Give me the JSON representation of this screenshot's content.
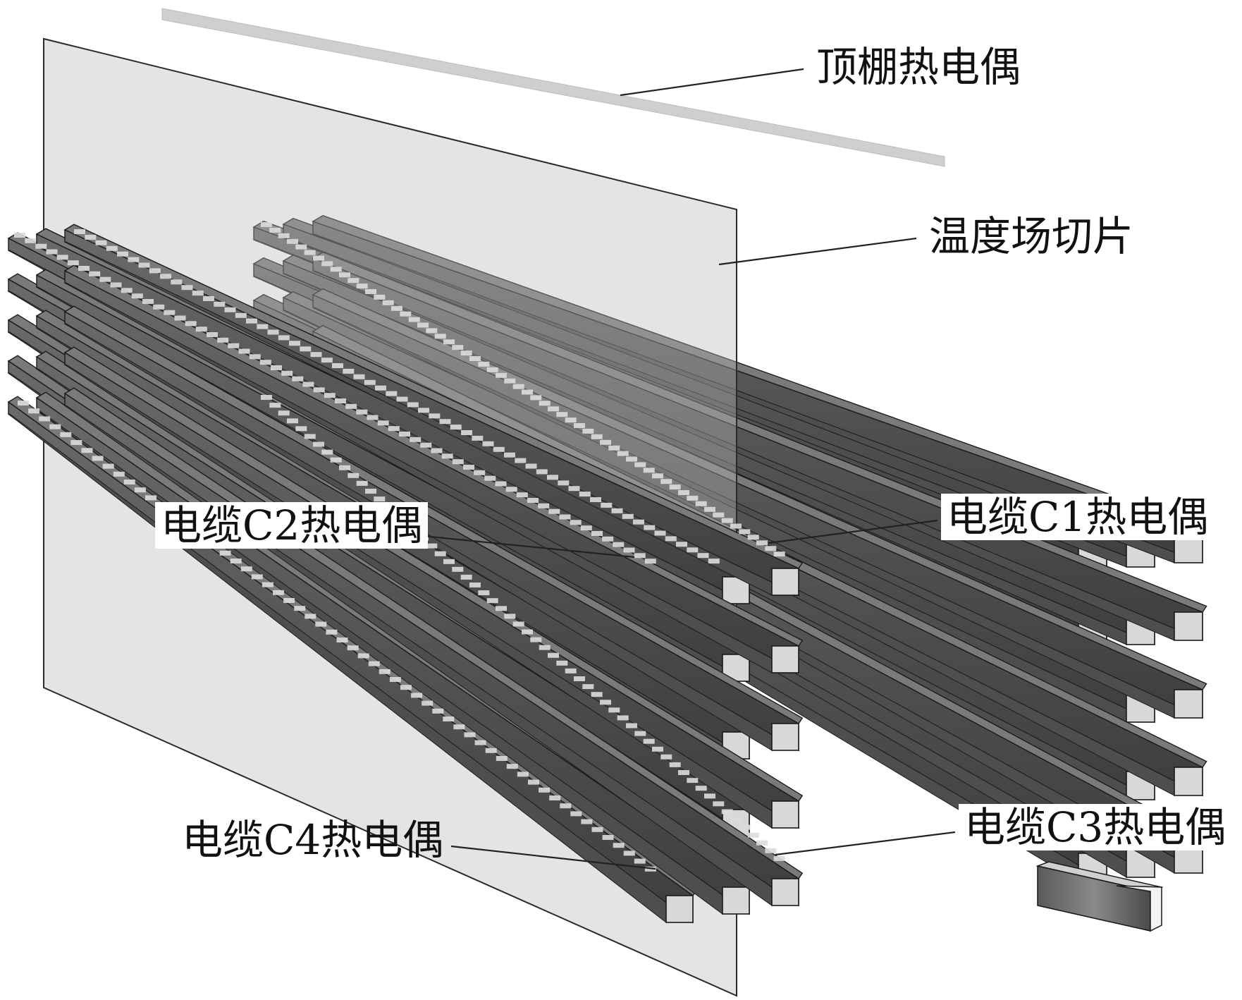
{
  "labels": {
    "ceiling": "顶棚热电偶",
    "slice": "温度场切片",
    "c1": "电缆C1热电偶",
    "c2": "电缆C2热电偶",
    "c3": "电缆C3热电偶",
    "c4": "电缆C4热电偶"
  },
  "colors": {
    "cable_top": "#7a7a7a",
    "cable_side": "#4e4e4e",
    "cable_end": "#d8d8d8",
    "cable_edge": "#1a1a1a",
    "thermocouple": "#dcdcdc",
    "slice_fill": "#b8b8b8",
    "leader": "#222222"
  },
  "icons": {
    "cable_bundle": "cable-bundle-icon",
    "slice": "temperature-slice-plane",
    "fire_source": "fire-source-block-icon"
  }
}
